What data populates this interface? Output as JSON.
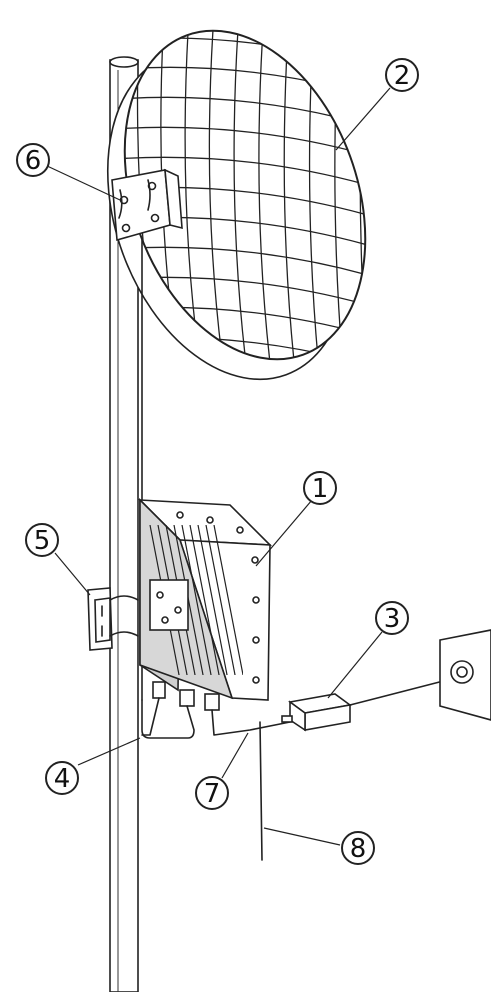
{
  "callouts": [
    {
      "id": "1",
      "label": "1"
    },
    {
      "id": "2",
      "label": "2"
    },
    {
      "id": "3",
      "label": "3"
    },
    {
      "id": "4",
      "label": "4"
    },
    {
      "id": "5",
      "label": "5"
    },
    {
      "id": "6",
      "label": "6"
    },
    {
      "id": "7",
      "label": "7"
    },
    {
      "id": "8",
      "label": "8"
    }
  ],
  "colors": {
    "line": "#222222",
    "background": "#ffffff",
    "device_fill": "#cfcfcf"
  }
}
